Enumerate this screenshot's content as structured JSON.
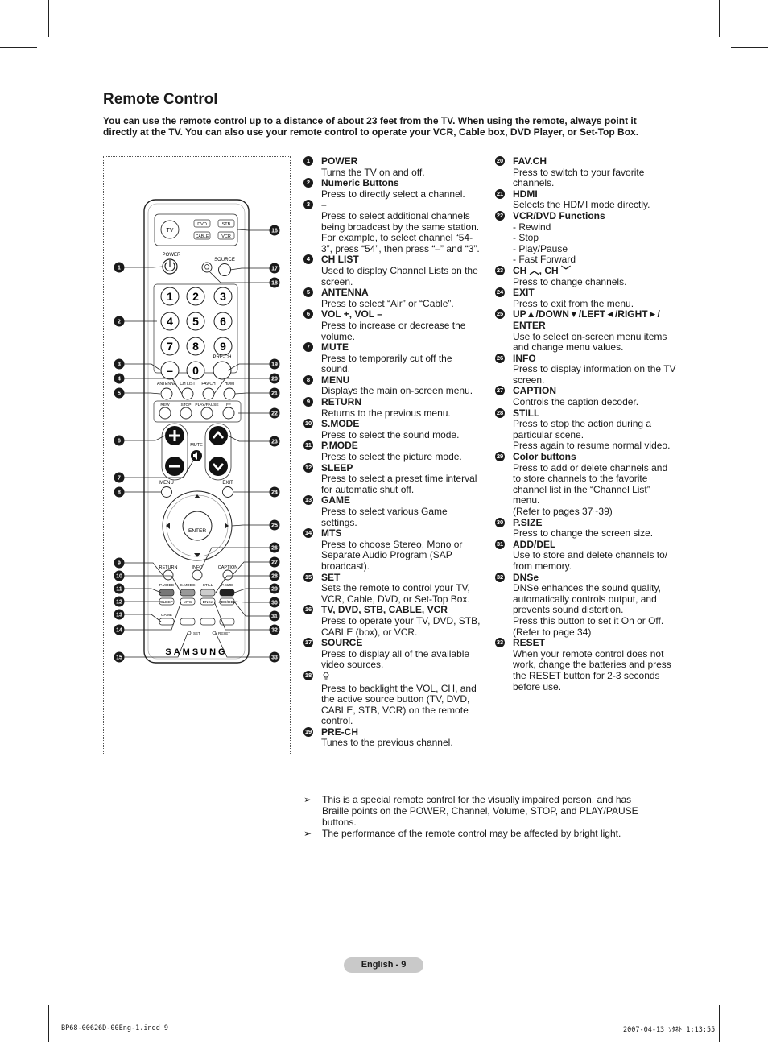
{
  "page": {
    "title": "Remote Control",
    "intro": "You can use the remote control up to a distance of about 23 feet from the TV. When using the remote, always point it directly at the TV. You can also use your remote control to operate your VCR, Cable box, DVD Player, or Set-Top Box.",
    "footer": "English - 9",
    "slug_left": "BP68-00626D-00Eng-1.indd   9",
    "slug_right": "2007-04-13   ｿﾀﾈﾄ 1:13:55"
  },
  "remote": {
    "mode_buttons": [
      "TV",
      "DVD",
      "STB",
      "CABLE",
      "VCR"
    ],
    "labels": {
      "power": "POWER",
      "source": "SOURCE",
      "prech": "PRE-CH",
      "antenna": "ANTENNA",
      "chlist": "CH LIST",
      "favch": "FAV.CH",
      "hdmi": "HDMI",
      "rew": "REW",
      "stop": "STOP",
      "playpause": "PLAY/PAUSE",
      "ff": "FF",
      "mute": "MUTE",
      "menu": "MENU",
      "exit": "EXIT",
      "enter": "ENTER",
      "return": "RETURN",
      "info": "INFO",
      "caption": "CAPTION",
      "pmode": "P.MODE",
      "smode": "S.MODE",
      "still": "STILL",
      "psize": "P.SIZE",
      "sleep": "SLEEP",
      "mts": "MTS",
      "dnse": "DNSe",
      "adddel": "ADD/DEL",
      "game": "GAME",
      "set": "SET",
      "reset": "RESET",
      "brand": "SAMSUNG"
    },
    "numpad": [
      "1",
      "2",
      "3",
      "4",
      "5",
      "6",
      "7",
      "8",
      "9",
      "–",
      "0"
    ],
    "callouts_left": [
      "1",
      "2",
      "3",
      "4",
      "5",
      "6",
      "7",
      "8",
      "9",
      "10",
      "11",
      "12",
      "13",
      "14",
      "15"
    ],
    "callouts_right": [
      "16",
      "17",
      "18",
      "19",
      "20",
      "21",
      "22",
      "23",
      "24",
      "25",
      "26",
      "27",
      "28",
      "29",
      "30",
      "31",
      "32",
      "33"
    ]
  },
  "items_col1": [
    {
      "num": "1",
      "title": "POWER",
      "desc": "Turns the TV on and off."
    },
    {
      "num": "2",
      "title": "Numeric Buttons",
      "desc": "Press to directly select a channel."
    },
    {
      "num": "3",
      "title": "–",
      "desc": "Press to select additional channels being broadcast by the same station. For example, to select channel “54-3”, press “54”, then press “–” and “3”."
    },
    {
      "num": "4",
      "title": "CH LIST",
      "desc": "Used to display Channel Lists on the screen."
    },
    {
      "num": "5",
      "title": "ANTENNA",
      "desc": "Press to select “Air” or “Cable”."
    },
    {
      "num": "6",
      "title": "VOL +, VOL –",
      "desc": "Press to increase or decrease the volume."
    },
    {
      "num": "7",
      "title": "MUTE",
      "desc": "Press to temporarily cut off the sound."
    },
    {
      "num": "8",
      "title": "MENU",
      "desc": "Displays the main on-screen menu."
    },
    {
      "num": "9",
      "title": "RETURN",
      "desc": "Returns to the previous menu."
    },
    {
      "num": "10",
      "title": "S.MODE",
      "desc": "Press to select the sound mode."
    },
    {
      "num": "11",
      "title": "P.MODE",
      "desc": "Press to select the picture mode."
    },
    {
      "num": "12",
      "title": "SLEEP",
      "desc": "Press to select a preset time interval for automatic shut off."
    },
    {
      "num": "13",
      "title": "GAME",
      "desc": "Press to select various Game settings."
    },
    {
      "num": "14",
      "title": "MTS",
      "desc": "Press to choose Stereo, Mono or Separate Audio Program (SAP broadcast)."
    },
    {
      "num": "15",
      "title": "SET",
      "desc": "Sets the remote to control your TV, VCR, Cable, DVD, or Set-Top Box."
    },
    {
      "num": "16",
      "title": "TV, DVD, STB, CABLE, VCR",
      "desc": "Press to operate your TV, DVD, STB, CABLE (box), or VCR."
    },
    {
      "num": "17",
      "title": "SOURCE",
      "desc": "Press to display all of the available video sources."
    },
    {
      "num": "18",
      "title": "",
      "desc": "Press to backlight the VOL, CH, and the active source button (TV, DVD, CABLE, STB, VCR) on the remote control."
    },
    {
      "num": "19",
      "title": "PRE-CH",
      "desc": "Tunes to the previous channel."
    }
  ],
  "items_col2": [
    {
      "num": "20",
      "title": "FAV.CH",
      "desc": "Press to switch to your favorite channels."
    },
    {
      "num": "21",
      "title": "HDMI",
      "desc": "Selects the HDMI mode directly."
    },
    {
      "num": "22",
      "title": "VCR/DVD Functions",
      "desc": "- Rewind\n- Stop\n- Play/Pause\n- Fast Forward"
    },
    {
      "num": "23",
      "title": "CH ︿, CH ﹀",
      "desc": "Press to change channels."
    },
    {
      "num": "24",
      "title": "EXIT",
      "desc": "Press to exit from the menu."
    },
    {
      "num": "25",
      "title": "UP▲/DOWN▼/LEFT◄/RIGHT►/ ENTER",
      "desc": "Use to select on-screen menu items and change menu values."
    },
    {
      "num": "26",
      "title": "INFO",
      "desc": "Press to display information on the TV screen."
    },
    {
      "num": "27",
      "title": "CAPTION",
      "desc": "Controls the caption decoder."
    },
    {
      "num": "28",
      "title": "STILL",
      "desc": "Press to stop the action during a particular scene.\nPress again to resume normal video."
    },
    {
      "num": "29",
      "title": "Color buttons",
      "desc": "Press to add or delete channels and to store channels to the favorite channel list in the “Channel List” menu.\n(Refer to pages 37~39)"
    },
    {
      "num": "30",
      "title": "P.SIZE",
      "desc": "Press to change the screen size."
    },
    {
      "num": "31",
      "title": "ADD/DEL",
      "desc": "Use to store and delete channels to/ from memory."
    },
    {
      "num": "32",
      "title": "DNSe",
      "desc": "DNSe enhances the sound quality, automatically controls output, and prevents sound distortion.\nPress this button to set it On or Off.\n(Refer to page 34)"
    },
    {
      "num": "33",
      "title": "RESET",
      "desc": "When your remote control does not work, change the batteries and press the RESET button for 2-3 seconds before use."
    }
  ],
  "notes": [
    "This is a special remote control for the visually impaired person, and has Braille points on the POWER, Channel, Volume, STOP, and PLAY/PAUSE buttons.",
    "The performance of the remote control may be affected by bright light."
  ]
}
